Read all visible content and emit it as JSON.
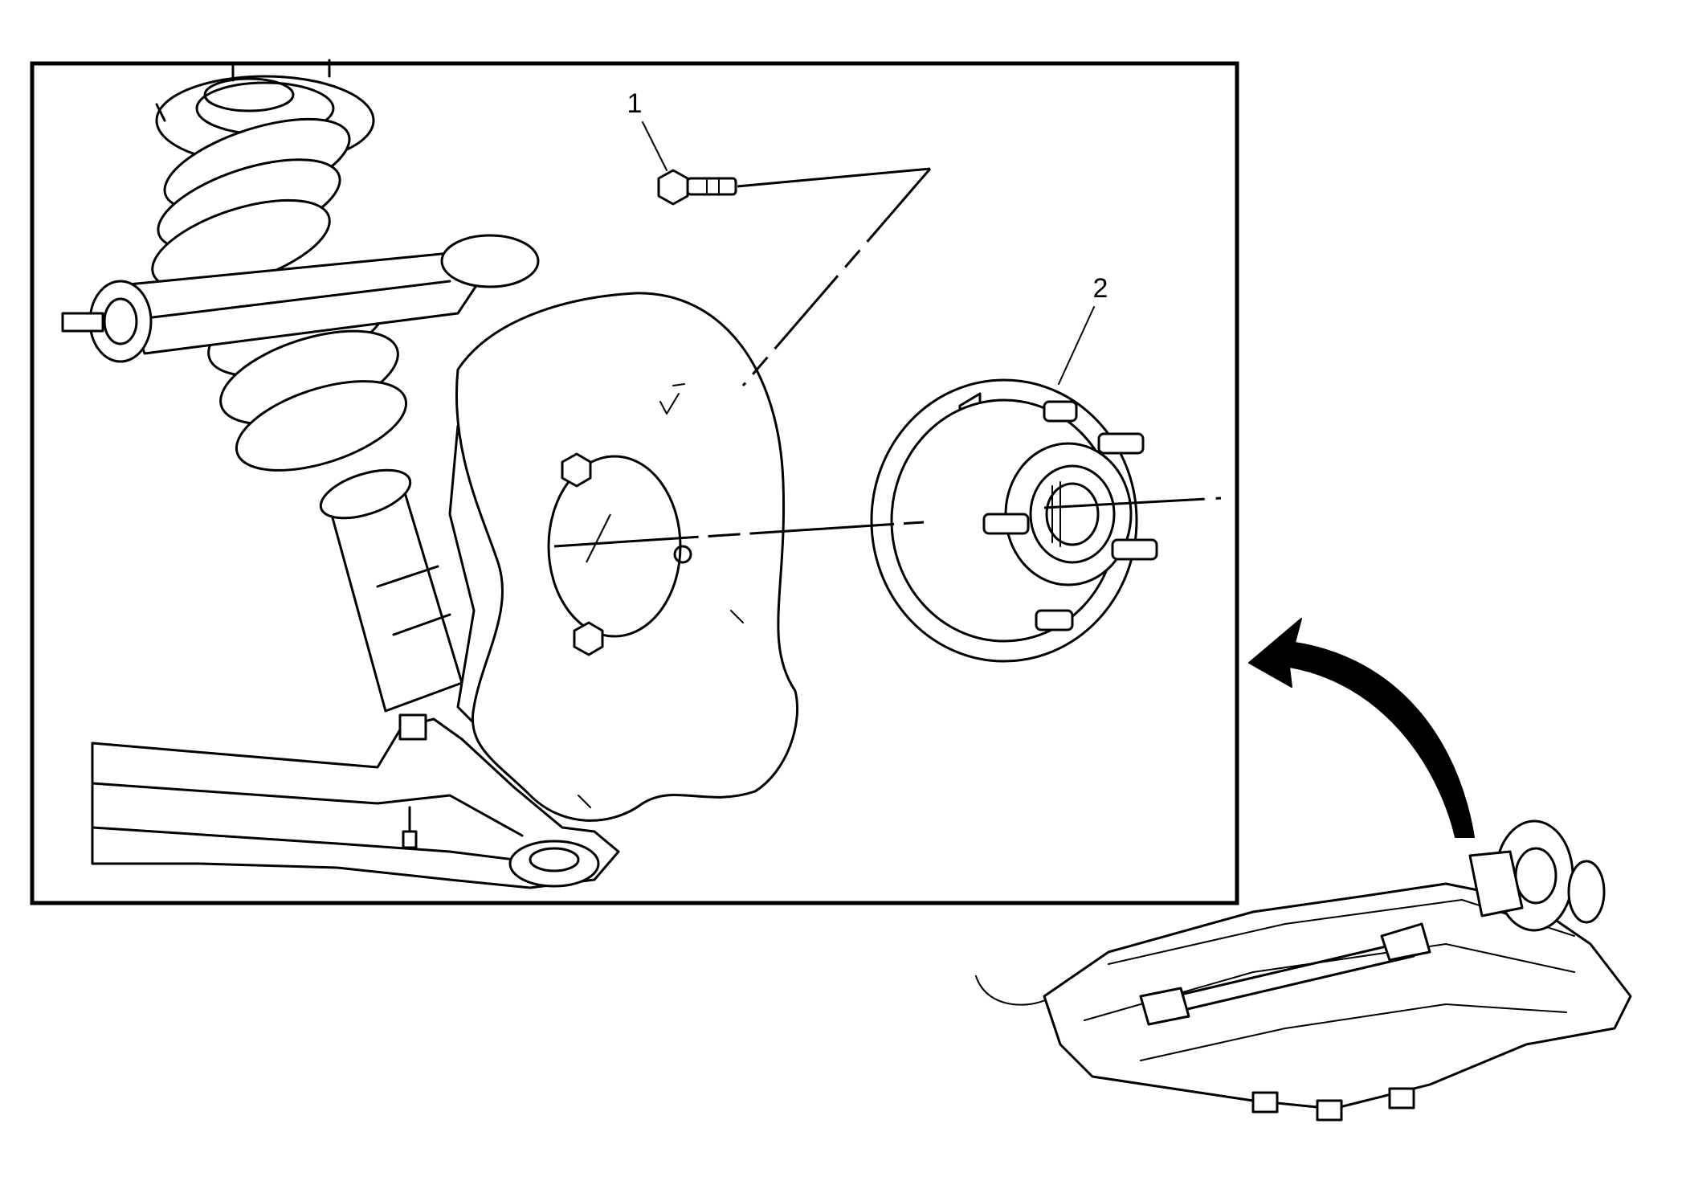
{
  "diagram": {
    "callouts": [
      {
        "number": "1",
        "part": "bolt"
      },
      {
        "number": "2",
        "part": "wheel-hub-bearing"
      }
    ],
    "icons": [
      "locator-arrow-icon"
    ]
  }
}
